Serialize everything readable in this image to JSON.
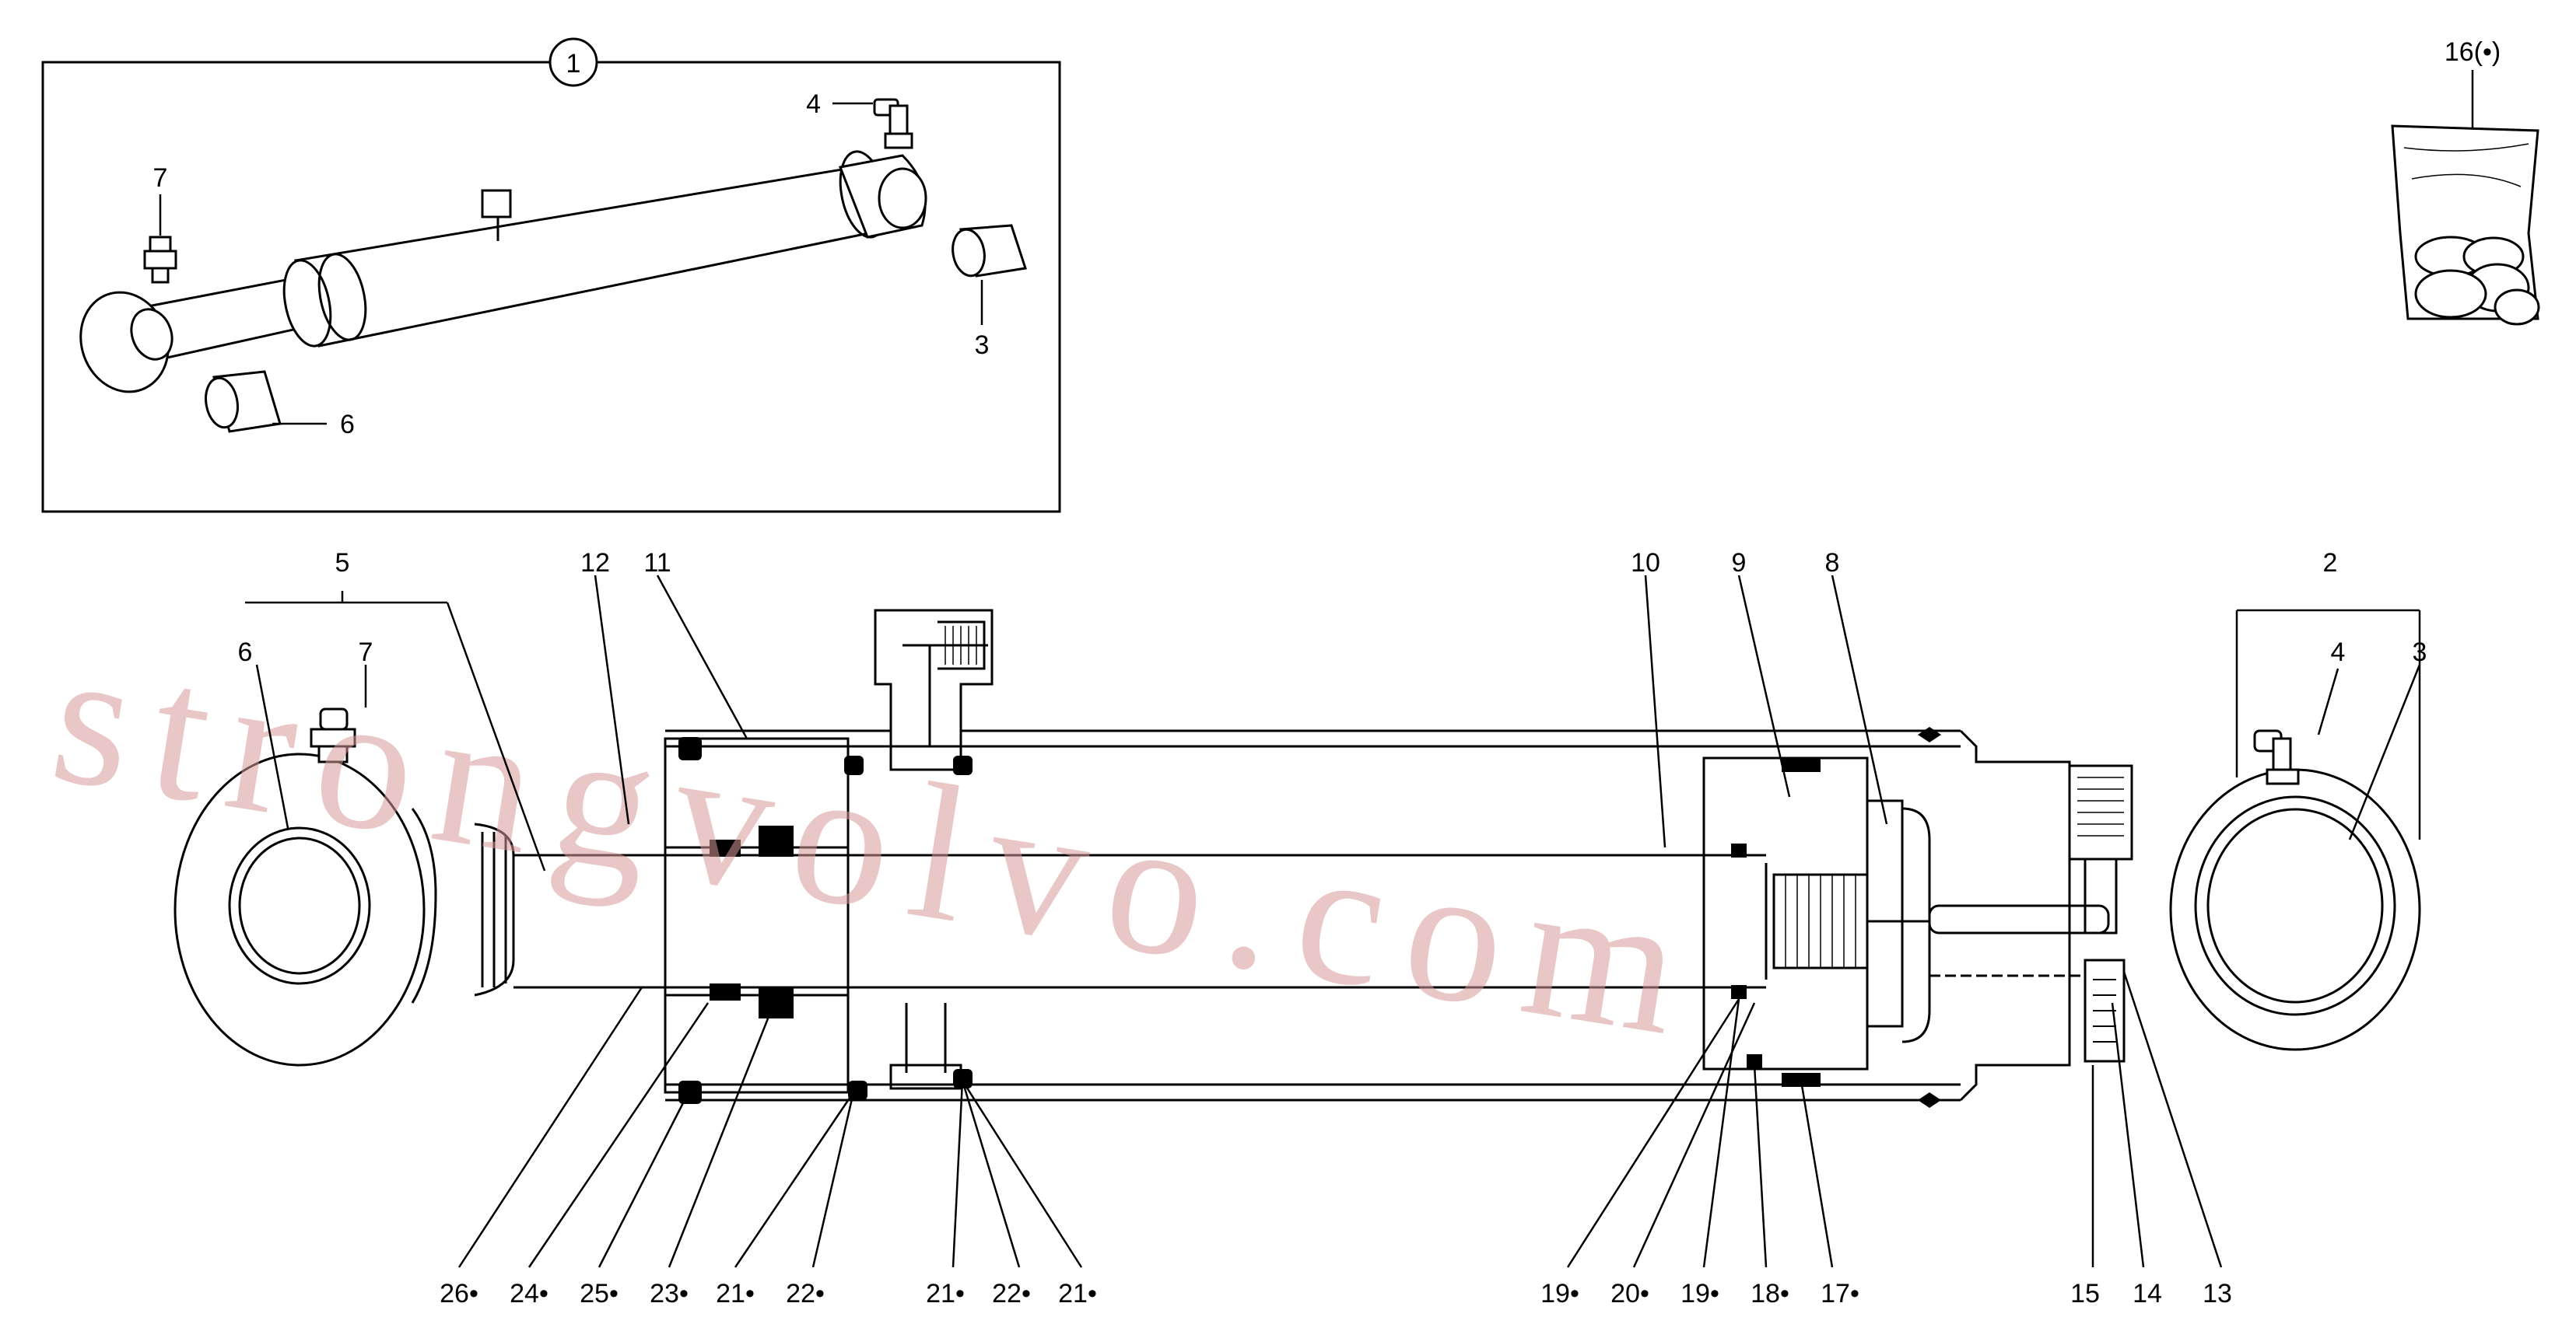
{
  "watermark": "strongvolvo.com",
  "kit_box": {
    "badge": "1",
    "labels": {
      "grease_nipple": "7",
      "elbow_nipple": "4",
      "bushing_rear": "3",
      "bushing_front": "6"
    }
  },
  "seal_kit": {
    "label": "16(•)"
  },
  "callouts": {
    "top": [
      "5",
      "6",
      "7",
      "12",
      "11",
      "10",
      "9",
      "8",
      "2",
      "4",
      "3"
    ],
    "bottom": [
      "26•",
      "24•",
      "25•",
      "23•",
      "21•",
      "22•",
      "21•",
      "22•",
      "21•",
      "19•",
      "20•",
      "19•",
      "18•",
      "17•",
      "15",
      "14",
      "13"
    ]
  }
}
